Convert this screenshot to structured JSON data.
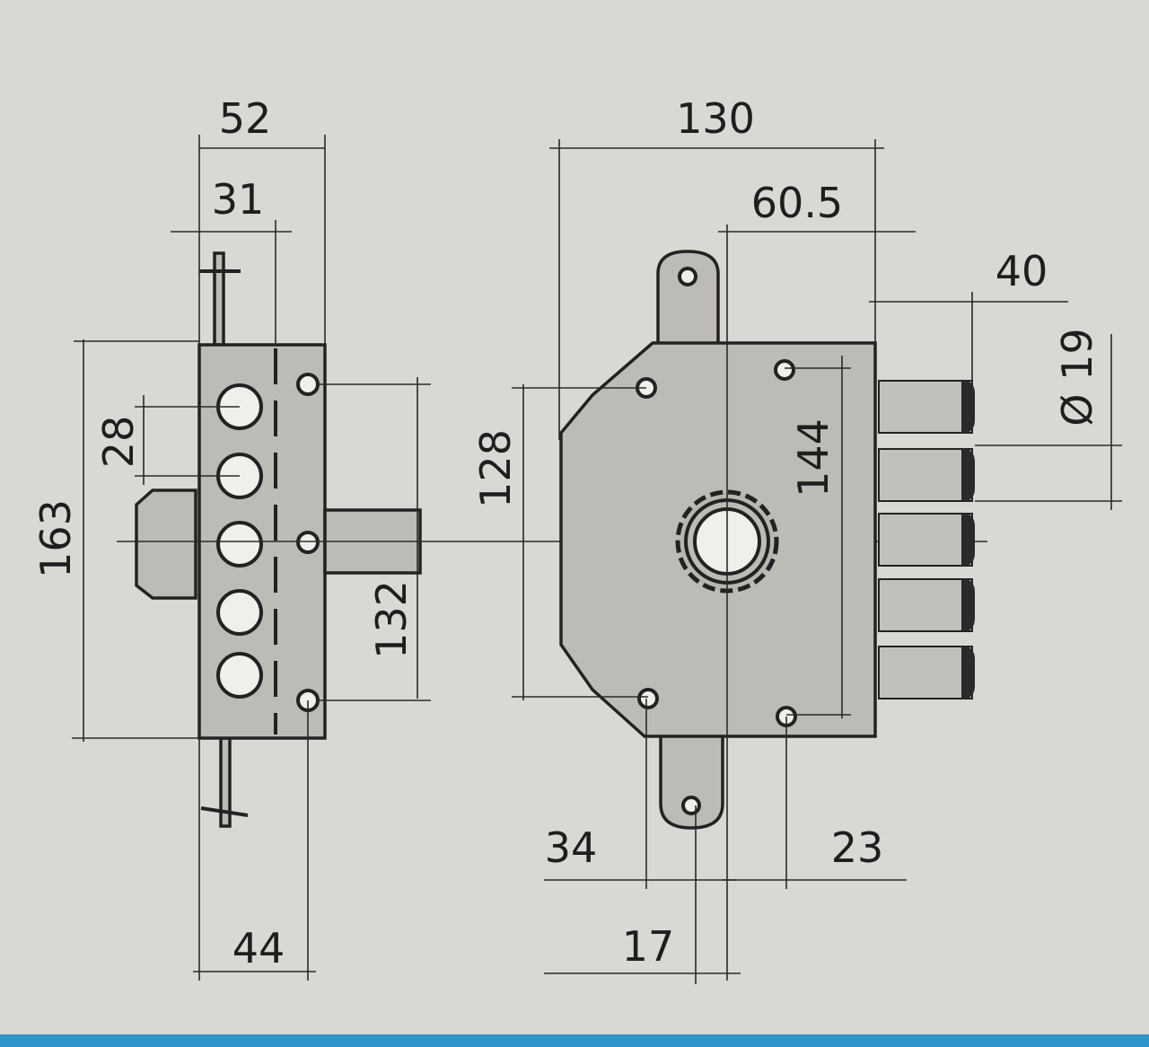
{
  "side_view": {
    "dim_width_total": "52",
    "dim_width_upper": "31",
    "dim_height_total": "163",
    "dim_hole_spacing": "28",
    "dim_vertical_spacing": "132",
    "dim_width_lower": "44"
  },
  "front_view": {
    "dim_width_total": "130",
    "dim_backset": "60.5",
    "dim_bolt_throw": "40",
    "dim_bolt_diameter": "Ø 19",
    "dim_left_height": "128",
    "dim_right_height": "144",
    "dim_bottom_left": "34",
    "dim_bottom_center": "17",
    "dim_bottom_right": "23"
  },
  "colors": {
    "paper": "#d8d8d4",
    "lock_body": "#bdbbb6",
    "line": "#222222",
    "footer_strip": "#2f96cc"
  }
}
